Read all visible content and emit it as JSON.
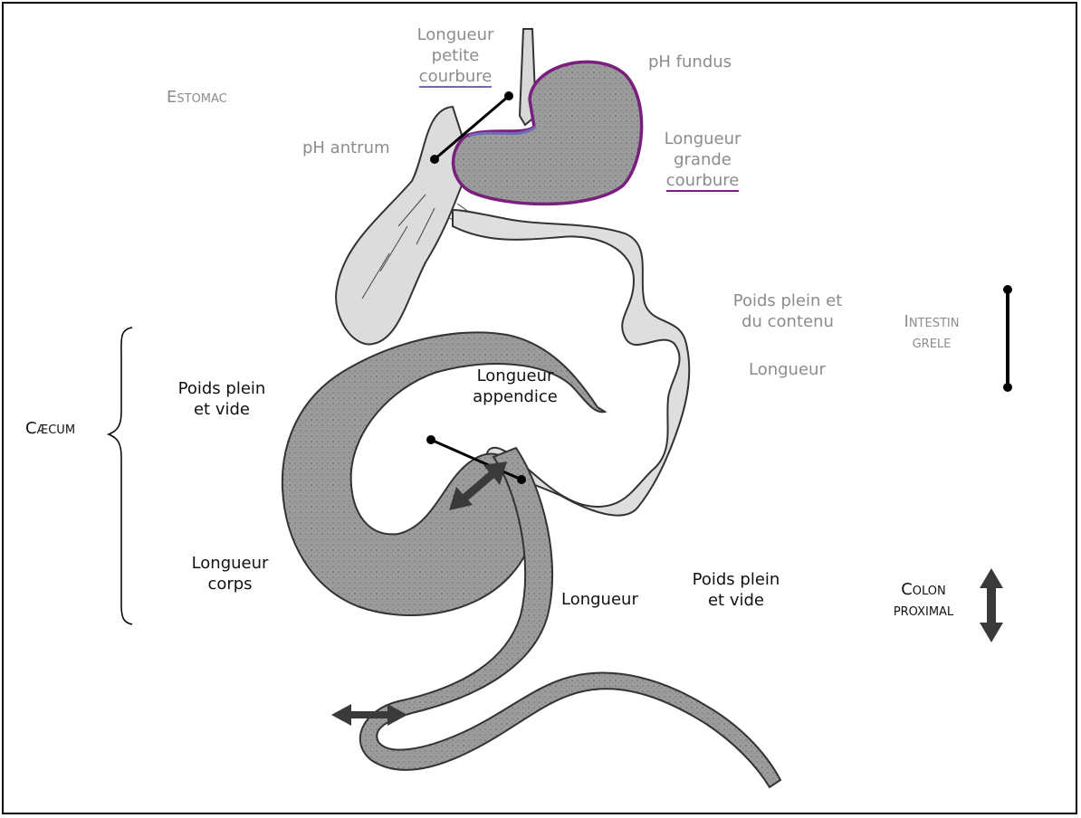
{
  "sections": {
    "estomac": "Estomac",
    "intestin_grele": [
      "Intestin",
      "grele"
    ],
    "caecum": "Cæcum",
    "colon_proximal": [
      "Colon",
      "proximal"
    ]
  },
  "stomach": {
    "petite_courbure": [
      "Longueur",
      "petite",
      "courbure"
    ],
    "ph_fundus": "pH fundus",
    "ph_antrum": "pH antrum",
    "grande_courbure": [
      "Longueur",
      "grande",
      "courbure"
    ]
  },
  "intestine": {
    "poids": [
      "Poids plein et",
      "du contenu"
    ],
    "longueur": "Longueur"
  },
  "caecum_labels": {
    "poids": [
      "Poids plein",
      "et vide"
    ],
    "appendice": [
      "Longueur",
      "appendice"
    ],
    "corps": [
      "Longueur",
      "corps"
    ]
  },
  "colon": {
    "longueur": "Longueur",
    "poids": [
      "Poids plein",
      "et vide"
    ]
  },
  "colors": {
    "gray_label": "#8c8c8c",
    "grande_courbure": "#7a1f7e",
    "petite_courbure": "#6f6ab8",
    "organ_fill": "#9a9a9a",
    "arrow": "#3a3a3a"
  }
}
